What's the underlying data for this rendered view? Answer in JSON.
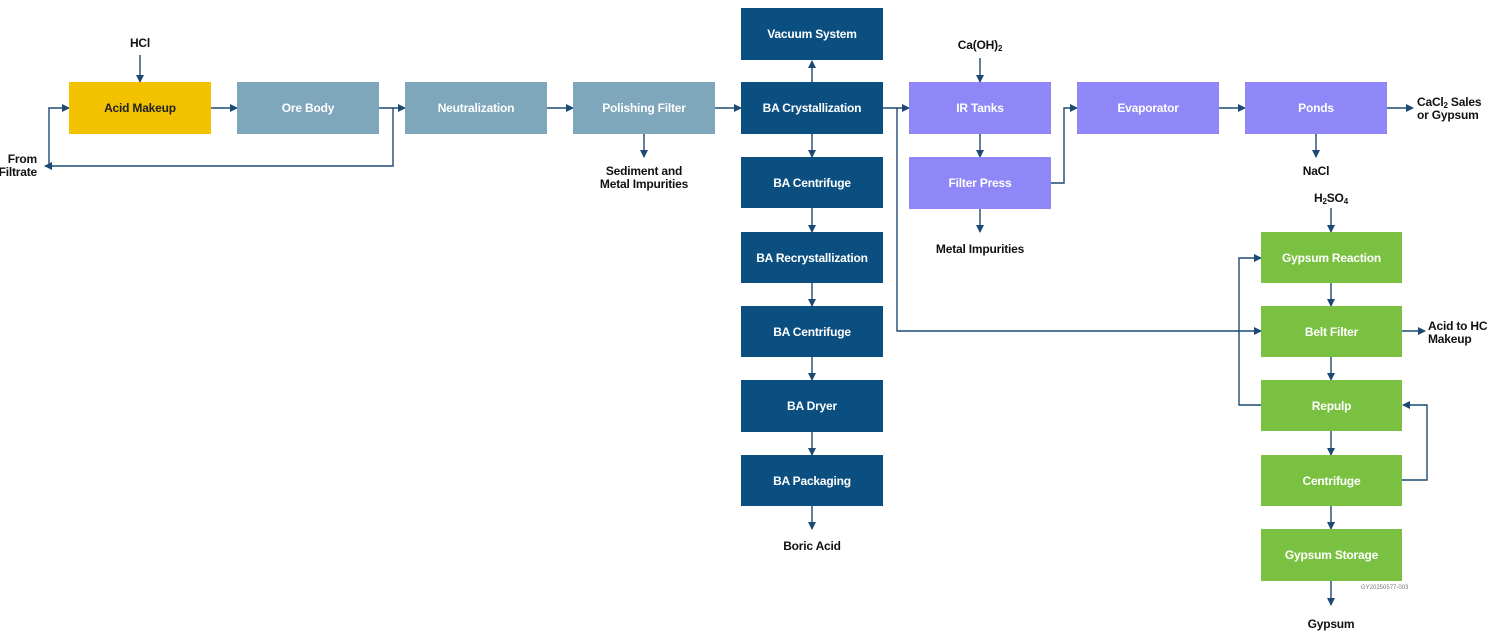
{
  "colors": {
    "acid_makeup": "#f2c200",
    "pretreatment": "#7ea7bb",
    "boric_acid": "#0b4f80",
    "calcium": "#8f87f7",
    "gypsum": "#7ac142",
    "arrow": "#1c4a74"
  },
  "boxes": {
    "acid_makeup": "Acid Makeup",
    "ore_body": "Ore Body",
    "neutralization": "Neutralization",
    "polishing_filter": "Polishing Filter",
    "vacuum_system": "Vacuum System",
    "ba_crystallization": "BA Crystallization",
    "ba_centrifuge_1": "BA Centrifuge",
    "ba_recrystallization": "BA Recrystallization",
    "ba_centrifuge_2": "BA Centrifuge",
    "ba_dryer": "BA Dryer",
    "ba_packaging": "BA Packaging",
    "ir_tanks": "IR Tanks",
    "filter_press": "Filter Press",
    "evaporator": "Evaporator",
    "ponds": "Ponds",
    "gypsum_reaction": "Gypsum Reaction",
    "belt_filter": "Belt Filter",
    "repulp": "Repulp",
    "centrifuge": "Centrifuge",
    "gypsum_storage": "Gypsum Storage"
  },
  "labels": {
    "hcl": "HCl",
    "from_filtrate_1": "From",
    "from_filtrate_2": "Filtrate",
    "sediment_1": "Sediment and",
    "sediment_2": "Metal Impurities",
    "boric_acid": "Boric Acid",
    "caoh2_pre": "Ca(OH)",
    "caoh2_sub": "2",
    "metal_impurities": "Metal Impurities",
    "cacl2_pre": "CaCl",
    "cacl2_sub": "2",
    "cacl2_post": " Sales",
    "or_gypsum": "or Gypsum",
    "nacl": "NaCl",
    "h2so4_a": "H",
    "h2so4_sub1": "2",
    "h2so4_b": "SO",
    "h2so4_sub2": "4",
    "acid_to_hcl_1": "Acid to HCl",
    "acid_to_hcl_2": "Makeup",
    "gypsum": "Gypsum",
    "ref_code": "GY20250577-003"
  }
}
